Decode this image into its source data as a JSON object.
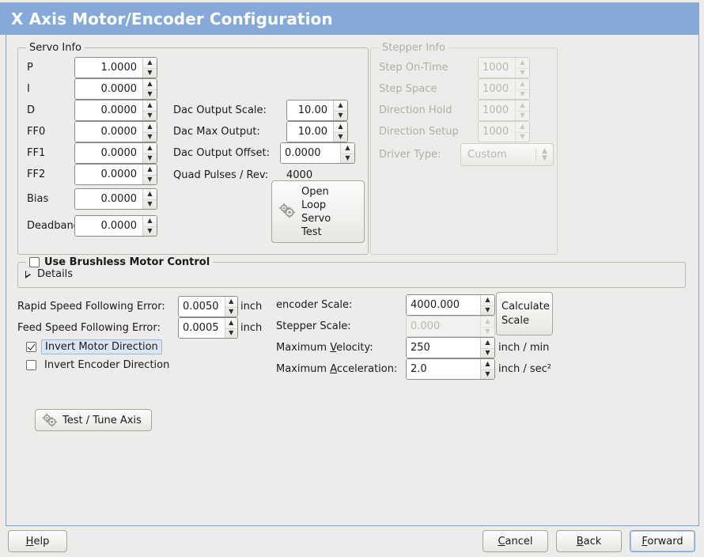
{
  "window": {
    "title": "X Axis Motor/Encoder Configuration",
    "title_bar_color": "#85aad9",
    "background_color": "#edecea"
  },
  "servo_info": {
    "legend": "Servo Info",
    "rows": [
      {
        "label": "P",
        "value": "1.0000"
      },
      {
        "label": "I",
        "value": "0.0000"
      },
      {
        "label": "D",
        "value": "0.0000"
      },
      {
        "label": "FF0",
        "value": "0.0000"
      },
      {
        "label": "FF1",
        "value": "0.0000"
      },
      {
        "label": "FF2",
        "value": "0.0000"
      },
      {
        "label": "Bias",
        "value": "0.0000"
      },
      {
        "label": "Deadband",
        "value": "0.0000"
      }
    ],
    "dac": [
      {
        "label": "Dac Output Scale:",
        "value": "10.00"
      },
      {
        "label": "Dac Max Output:",
        "value": "10.00"
      },
      {
        "label": "Dac Output Offset:",
        "value": "0.0000"
      }
    ],
    "quad_pulses_label": "Quad Pulses / Rev:",
    "quad_pulses_value": "4000",
    "open_loop_button": {
      "line1": "Open",
      "line2": "Loop",
      "line3": "Servo",
      "line4": "Test",
      "icon": "gears-icon"
    }
  },
  "stepper_info": {
    "legend": "Stepper Info",
    "enabled": false,
    "rows": [
      {
        "label": "Step On-Time",
        "value": "1000"
      },
      {
        "label": "Step Space",
        "value": "1000"
      },
      {
        "label": "Direction Hold",
        "value": "1000"
      },
      {
        "label": "Direction Setup",
        "value": "1000"
      }
    ],
    "driver_type_label": "Driver Type:",
    "driver_type_value": "Custom"
  },
  "brushless": {
    "legend": "Use Brushless Motor Control",
    "checked": false,
    "details_label": "Details",
    "details_expanded": false
  },
  "following_errors": {
    "rapid": {
      "label": "Rapid Speed Following Error:",
      "value": "0.0050",
      "unit": "inch"
    },
    "feed": {
      "label": "Feed Speed Following Error:",
      "value": "0.0005",
      "unit": "inch"
    }
  },
  "invert": {
    "motor": {
      "label": "Invert Motor Direction",
      "checked": true,
      "focused": true
    },
    "encoder": {
      "label": "Invert Encoder Direction",
      "checked": false,
      "focused": false
    }
  },
  "test_tune_button": {
    "label": "Test / Tune Axis",
    "icon": "gears-icon"
  },
  "scales": {
    "encoder_scale": {
      "label": "encoder Scale:",
      "value": "4000.000",
      "enabled": true,
      "unit": ""
    },
    "stepper_scale": {
      "label": "Stepper Scale:",
      "value": "0.000",
      "enabled": false,
      "unit": ""
    },
    "maximum_velocity": {
      "label": "Maximum Velocity:",
      "value": "250",
      "enabled": true,
      "unit": "inch / min"
    },
    "maximum_acceleration": {
      "label": "Maximum Acceleration:",
      "value": "2.0",
      "enabled": true,
      "unit": "inch / sec²"
    },
    "calculate_button": {
      "line1": "Calculate",
      "line2": "Scale"
    }
  },
  "footer": {
    "help": {
      "label": "Help",
      "mnemonic": "H"
    },
    "cancel": {
      "label": "Cancel",
      "mnemonic": "C"
    },
    "back": {
      "label": "Back",
      "mnemonic": "B"
    },
    "forward": {
      "label": "Forward",
      "mnemonic": "F",
      "focused": true
    }
  }
}
